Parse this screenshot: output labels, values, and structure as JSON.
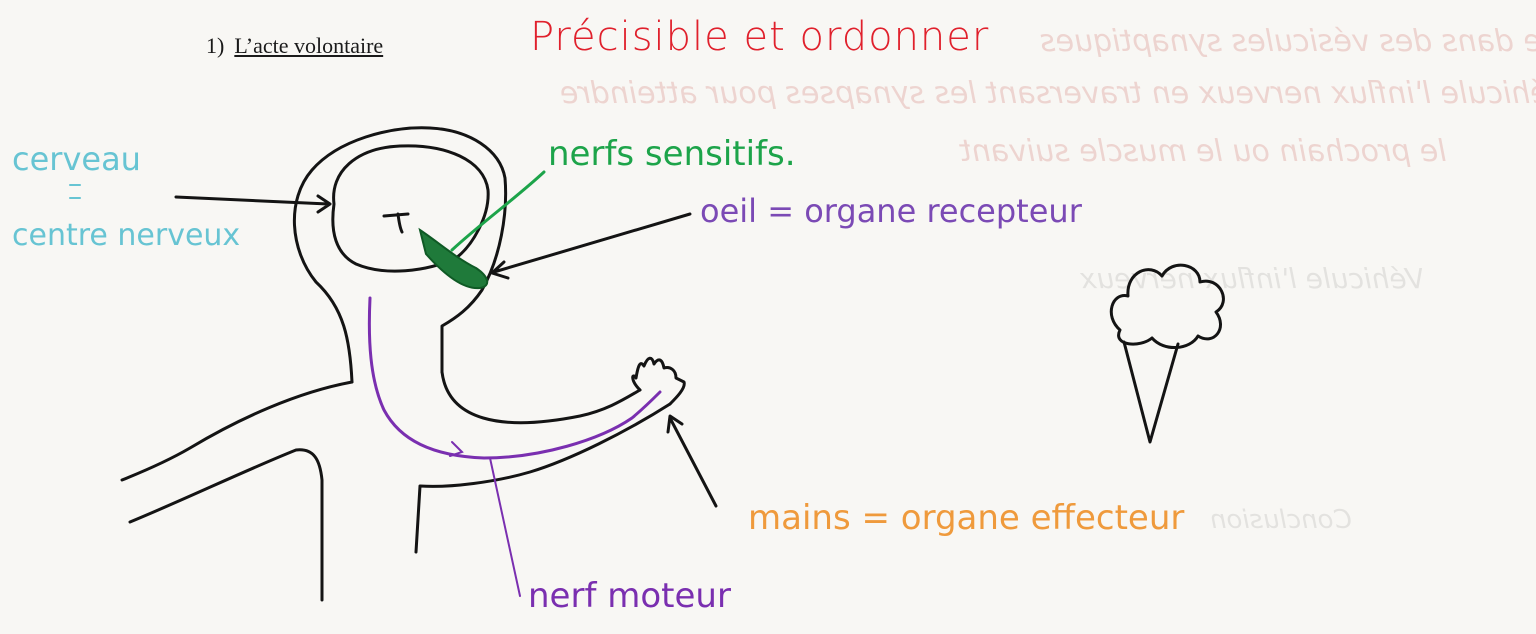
{
  "heading": {
    "number": "1)",
    "text": "L’acte volontaire"
  },
  "handwritten_title": "Précisible et ordonner",
  "labels": {
    "cerveau": "cerveau",
    "centre_nerveux": "centre nerveux",
    "nerfs_sensitifs": "nerfs sensitifs.",
    "oeil": "oeil = organe recepteur",
    "mains": "mains = organe effecteur",
    "nerf_moteur": "nerf moteur"
  },
  "bleed_through": {
    "line1": "Substance chimique stockée dans des vésicules synaptiques",
    "line2": "qui véhicule l'influx nerveux en traversant les synapses pour atteindre",
    "line3": "le prochain ou le muscle suivant",
    "line4": "Véhicule l'influx nerveux",
    "line5": "Conclusion"
  },
  "colors": {
    "title": "#e0202c",
    "brain_label": "#67c4d3",
    "sensory_nerve": "#1da44a",
    "eye_label": "#7b4ab5",
    "hand_label": "#ef9a3c",
    "motor_nerve": "#7a2fb0",
    "outline": "#141414"
  }
}
